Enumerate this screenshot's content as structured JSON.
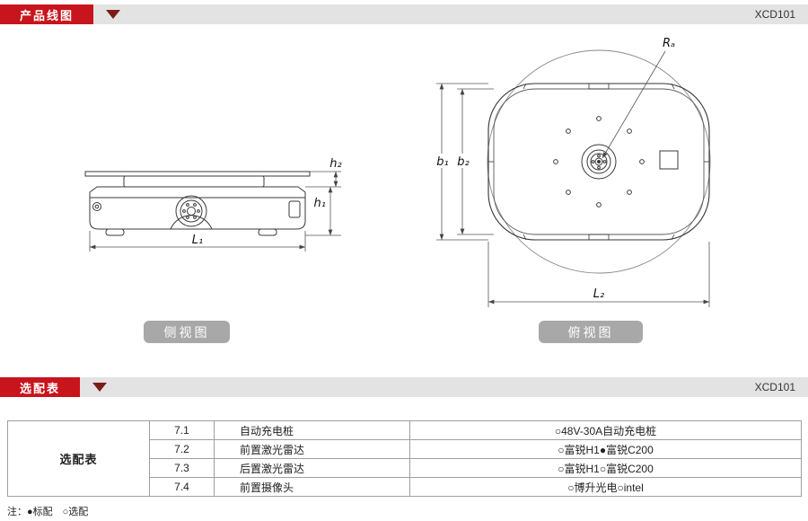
{
  "sections": {
    "product_drawing": {
      "title": "产品线图",
      "model": "XCD101"
    },
    "options": {
      "title": "选配表",
      "model": "XCD101"
    }
  },
  "drawings": {
    "side": {
      "label": "侧视图",
      "dims": {
        "h2": "h₂",
        "h1": "h₁",
        "L1": "L₁"
      }
    },
    "top": {
      "label": "俯视图",
      "dims": {
        "Ra": "Rₐ",
        "b1": "b₁",
        "b2": "b₂",
        "L2": "L₂"
      }
    }
  },
  "options_table": {
    "group_label": "选配表",
    "rows": [
      {
        "no": "7.1",
        "item": "自动充电桩",
        "options": "○48V-30A自动充电桩"
      },
      {
        "no": "7.2",
        "item": "前置激光雷达",
        "options": "○富锐H1●富锐C200"
      },
      {
        "no": "7.3",
        "item": "后置激光雷达",
        "options": "○富锐H1○富锐C200"
      },
      {
        "no": "7.4",
        "item": "前置摄像头",
        "options": "○博升光电○intel"
      }
    ]
  },
  "note": {
    "text": "注：●标配　○选配"
  },
  "colors": {
    "accent_red": "#c8141c",
    "triangle_dark": "#7b1d16",
    "bar_gray": "#e3e3e3",
    "chip_gray": "#a8a8a8"
  }
}
